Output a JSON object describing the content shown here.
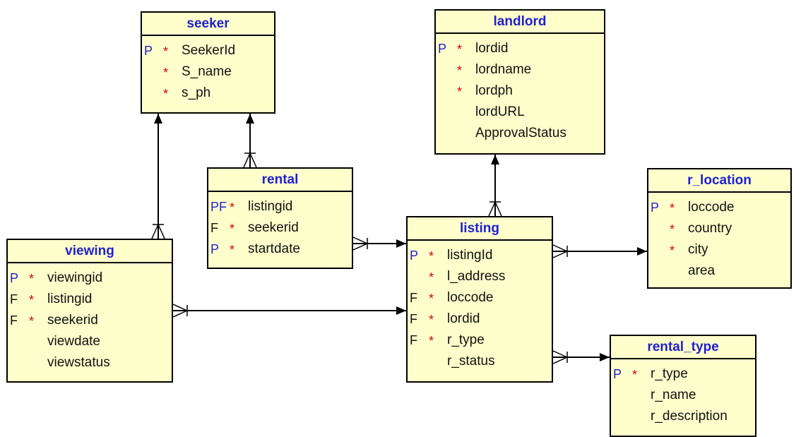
{
  "entities": {
    "seeker": {
      "title": "seeker",
      "attributes": [
        {
          "key": "P",
          "required": "*",
          "name": "SeekerId"
        },
        {
          "key": "",
          "required": "*",
          "name": "S_name"
        },
        {
          "key": "",
          "required": "*",
          "name": "s_ph"
        }
      ]
    },
    "landlord": {
      "title": "landlord",
      "attributes": [
        {
          "key": "P",
          "required": "*",
          "name": "lordid"
        },
        {
          "key": "",
          "required": "*",
          "name": "lordname"
        },
        {
          "key": "",
          "required": "*",
          "name": "lordph"
        },
        {
          "key": "",
          "required": "",
          "name": "lordURL"
        },
        {
          "key": "",
          "required": "",
          "name": "ApprovalStatus"
        }
      ]
    },
    "rental": {
      "title": "rental",
      "attributes": [
        {
          "key": "PF",
          "required": "*",
          "name": "listingid"
        },
        {
          "key": "F",
          "required": "*",
          "name": "seekerid"
        },
        {
          "key": "P",
          "required": "*",
          "name": "startdate"
        }
      ]
    },
    "r_location": {
      "title": "r_location",
      "attributes": [
        {
          "key": "P",
          "required": "*",
          "name": "loccode"
        },
        {
          "key": "",
          "required": "*",
          "name": "country"
        },
        {
          "key": "",
          "required": "*",
          "name": "city"
        },
        {
          "key": "",
          "required": "",
          "name": "area"
        }
      ]
    },
    "viewing": {
      "title": "viewing",
      "attributes": [
        {
          "key": "P",
          "required": "*",
          "name": "viewingid"
        },
        {
          "key": "F",
          "required": "*",
          "name": "listingid"
        },
        {
          "key": "F",
          "required": "*",
          "name": "seekerid"
        },
        {
          "key": "",
          "required": "",
          "name": "viewdate"
        },
        {
          "key": "",
          "required": "",
          "name": "viewstatus"
        }
      ]
    },
    "listing": {
      "title": "listing",
      "attributes": [
        {
          "key": "P",
          "required": "*",
          "name": "listingId"
        },
        {
          "key": "",
          "required": "*",
          "name": "l_address"
        },
        {
          "key": "F",
          "required": "*",
          "name": "loccode"
        },
        {
          "key": "F",
          "required": "*",
          "name": "lordid"
        },
        {
          "key": "F",
          "required": "*",
          "name": "r_type"
        },
        {
          "key": "",
          "required": "",
          "name": "r_status"
        }
      ]
    },
    "rental_type": {
      "title": "rental_type",
      "attributes": [
        {
          "key": "P",
          "required": "*",
          "name": "r_type"
        },
        {
          "key": "",
          "required": "",
          "name": "r_name"
        },
        {
          "key": "",
          "required": "",
          "name": "r_description"
        }
      ]
    }
  },
  "relationships": [
    {
      "from": "viewing",
      "to": "seeker",
      "from_card": "many",
      "to_card": "one"
    },
    {
      "from": "rental",
      "to": "seeker",
      "from_card": "many",
      "to_card": "one"
    },
    {
      "from": "rental",
      "to": "listing",
      "from_card": "many",
      "to_card": "one"
    },
    {
      "from": "viewing",
      "to": "listing",
      "from_card": "many",
      "to_card": "one"
    },
    {
      "from": "listing",
      "to": "landlord",
      "from_card": "many",
      "to_card": "one"
    },
    {
      "from": "listing",
      "to": "r_location",
      "from_card": "many",
      "to_card": "one"
    },
    {
      "from": "listing",
      "to": "rental_type",
      "from_card": "many",
      "to_card": "one"
    }
  ],
  "colors": {
    "entity_fill": "#ffffcc",
    "title_text": "#1f1fd2",
    "primary_key_marker": "#1f1fd2",
    "required_marker": "#e00000",
    "line": "#000000"
  }
}
